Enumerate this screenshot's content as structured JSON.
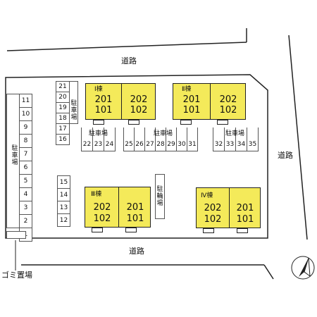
{
  "roads": {
    "top": "道路",
    "right": "道路",
    "bottom": "道路"
  },
  "buildings": {
    "b1": {
      "name": "Ⅰ棟",
      "units_top": [
        "201",
        "202"
      ],
      "units_bottom": [
        "101",
        "102"
      ]
    },
    "b2": {
      "name": "Ⅱ棟",
      "units_top": [
        "201",
        "202"
      ],
      "units_bottom": [
        "101",
        "102"
      ]
    },
    "b3": {
      "name": "Ⅲ棟",
      "units_top": [
        "202",
        "201"
      ],
      "units_bottom": [
        "102",
        "101"
      ]
    },
    "b4": {
      "name": "Ⅳ棟",
      "units_top": [
        "202",
        "201"
      ],
      "units_bottom": [
        "102",
        "101"
      ]
    }
  },
  "parking": {
    "label": "駐車場",
    "left_column": [
      "11",
      "10",
      "9",
      "8",
      "7",
      "6",
      "5",
      "4",
      "3",
      "2",
      "1"
    ],
    "col_a": [
      "21",
      "20",
      "19",
      "18",
      "17",
      "16"
    ],
    "row_22_24": [
      "22",
      "23",
      "24"
    ],
    "row_25_31": [
      "25",
      "26",
      "27",
      "28",
      "29",
      "30",
      "31"
    ],
    "row_32_35": [
      "32",
      "33",
      "34",
      "35"
    ],
    "col_b": [
      "15",
      "14",
      "13",
      "12"
    ]
  },
  "bicycle_parking": "駐輪場",
  "garbage": "ゴミ置場",
  "colors": {
    "building_fill": "#f4ea5a",
    "line": "#222222"
  }
}
